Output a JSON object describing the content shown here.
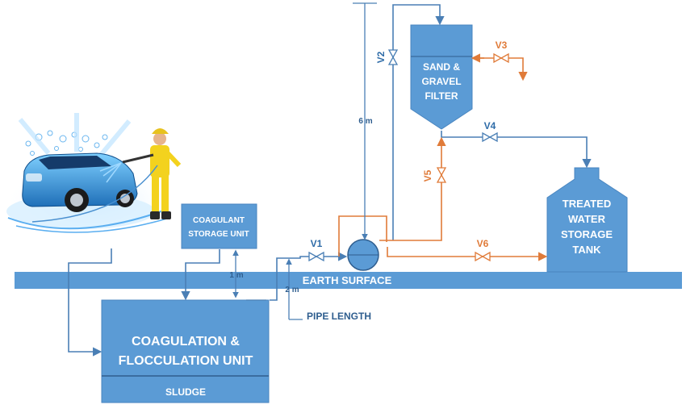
{
  "labels": {
    "coagulant_storage": [
      "COAGULANT",
      "STORAGE UNIT"
    ],
    "coagulation_unit": [
      "COAGULATION &",
      "FLOCCULATION UNIT"
    ],
    "sludge": "SLUDGE",
    "earth_surface": "EARTH SURFACE",
    "pipe_length": "PIPE LENGTH",
    "filter": [
      "SAND &",
      "GRAVEL",
      "FILTER"
    ],
    "treated_tank": [
      "TREATED",
      "WATER",
      "STORAGE",
      "TANK"
    ]
  },
  "dimensions": {
    "d1": "1 m",
    "d2": "2 m",
    "d6": "6 m"
  },
  "valves": {
    "v1": "V1",
    "v2": "V2",
    "v3": "V3",
    "v4": "V4",
    "v5": "V5",
    "v6": "V6"
  },
  "colors": {
    "unit_fill": "#5b9bd5",
    "unit_stroke": "#4a86c0",
    "pipe_blue": "#4a7fb5",
    "pipe_orange": "#e07b39",
    "dim_text": "#2f5e8f"
  },
  "illustration": {
    "icon": "car-wash-icon"
  }
}
